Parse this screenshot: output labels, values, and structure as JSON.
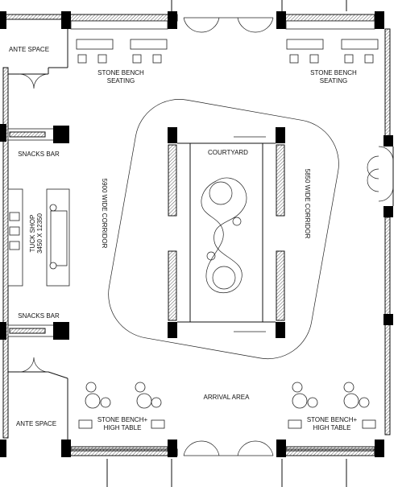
{
  "labels": {
    "ante_space_top": "ANTE SPACE",
    "ante_space_bottom": "ANTE SPACE",
    "stone_bench_seating_left_1": "STONE BENCH",
    "stone_bench_seating_left_2": "SEATING",
    "stone_bench_seating_right_1": "STONE BENCH",
    "stone_bench_seating_right_2": "SEATING",
    "snacks_bar_top": "SNACKS BAR",
    "snacks_bar_bottom": "SNACKS BAR",
    "tuck_shop_1": "TUCK SHOP",
    "tuck_shop_2": "3450 X 12350",
    "corridor_left": "5900 WIDE CORRIDOR",
    "corridor_right": "5850 WIDE CORRIDOR",
    "courtyard": "COURTYARD",
    "arrival_area": "ARRIVAL AREA",
    "stone_bench_table_left_1": "STONE BENCH+",
    "stone_bench_table_left_2": "HIGH TABLE",
    "stone_bench_table_right_1": "STONE BENCH+",
    "stone_bench_table_right_2": "HIGH TABLE"
  }
}
